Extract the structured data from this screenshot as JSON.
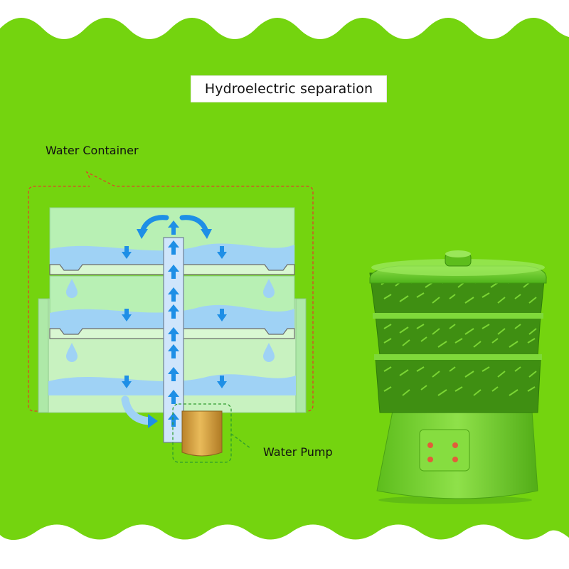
{
  "title": "Hydroelectric separation",
  "labels": {
    "water_container": "Water Container",
    "water_pump": "Water Pump"
  },
  "colors": {
    "background_green": "#74d40f",
    "water_blue": "#9fd2f5",
    "arrow_blue": "#1e8fe6",
    "tray_green": "#b7f2b0",
    "pump_gold": "#d9a540",
    "dashed_red": "#e0402a",
    "dashed_green": "#2e9c2e"
  }
}
